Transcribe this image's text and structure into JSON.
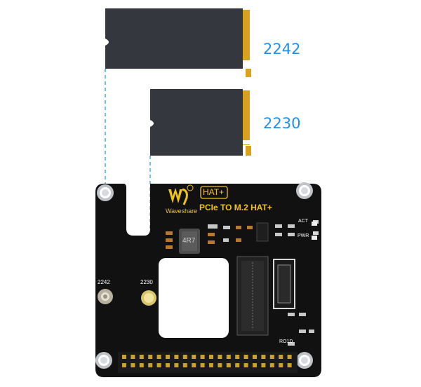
{
  "colors": {
    "accent": "#1f8ff0",
    "board": "#111111",
    "ssd": "#34373d",
    "gold": "#d8a21f",
    "logo": "#f1c40f"
  },
  "ssd_large": {
    "size_label": "2242"
  },
  "ssd_small": {
    "size_label": "2230"
  },
  "board": {
    "brand_name": "Waveshare",
    "product_badge": "HAT+",
    "product_title": "PCIe TO M.2 HAT+",
    "led_act": "ACT",
    "led_pwr": "PWR",
    "mount_2242": "2242",
    "mount_2230": "2230",
    "inductor_code": "4R7",
    "ref_designator": "RO1D"
  },
  "icons": [
    "waveshare-logo-icon",
    "registered-mark-icon"
  ]
}
